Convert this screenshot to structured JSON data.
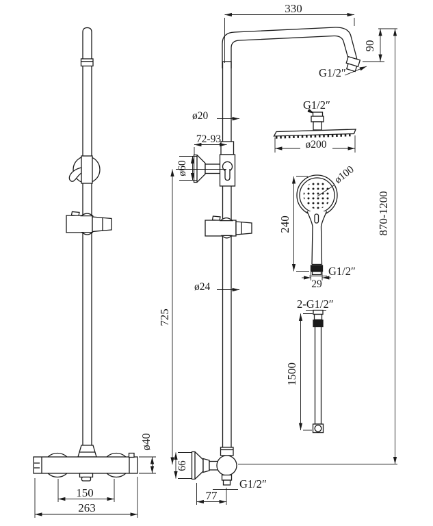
{
  "drawing": {
    "background_color": "#ffffff",
    "line_color": "#1a1a1a",
    "labels": {
      "arm_length": "330",
      "arm_drop": "90",
      "arm_outlet_thread": "G1/2″",
      "head_inlet_thread": "G1/2″",
      "head_diameter": "ø200",
      "riser_upper_diameter": "ø20",
      "bracket_wall_offset": "72-93",
      "bracket_flange_diameter": "ø60",
      "hand_shower_diameter": "ø100",
      "hand_shower_length": "240",
      "hand_shower_thread": "G1/2″",
      "hand_connector_width": "29",
      "overall_height_range": "870-1200",
      "riser_lower_diameter": "ø24",
      "riser_height": "725",
      "hose_threads": "2-G1/2″",
      "hose_length": "1500",
      "mixer_body_diameter": "ø40",
      "inlet_flange_height": "66",
      "handle_spacing": "150",
      "mixer_width": "263",
      "inlet_wall_offset": "77",
      "inlet_outlet_thread": "G1/2″"
    }
  }
}
